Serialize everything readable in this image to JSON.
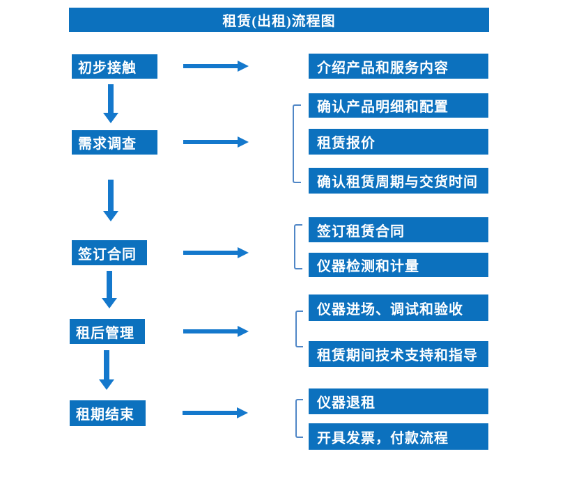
{
  "title": "租赁(出租)流程图",
  "colors": {
    "box": "#0C71BE",
    "arrow": "#1478CC",
    "bracket": "#4F86C6",
    "text": "#FFFFFF",
    "background": "#FFFFFF"
  },
  "steps": [
    {
      "label": "初步接触",
      "outputs": [
        "介绍产品和服务内容"
      ]
    },
    {
      "label": "需求调查",
      "outputs": [
        "确认产品明细和配置",
        "租赁报价",
        "确认租赁周期与交货时间"
      ]
    },
    {
      "label": "签订合同",
      "outputs": [
        "签订租赁合同",
        "仪器检测和计量"
      ]
    },
    {
      "label": "租后管理",
      "outputs": [
        "仪器进场、调试和验收",
        "租赁期间技术支持和指导"
      ]
    },
    {
      "label": "租期结束",
      "outputs": [
        "仪器退租",
        "开具发票，付款流程"
      ]
    }
  ]
}
